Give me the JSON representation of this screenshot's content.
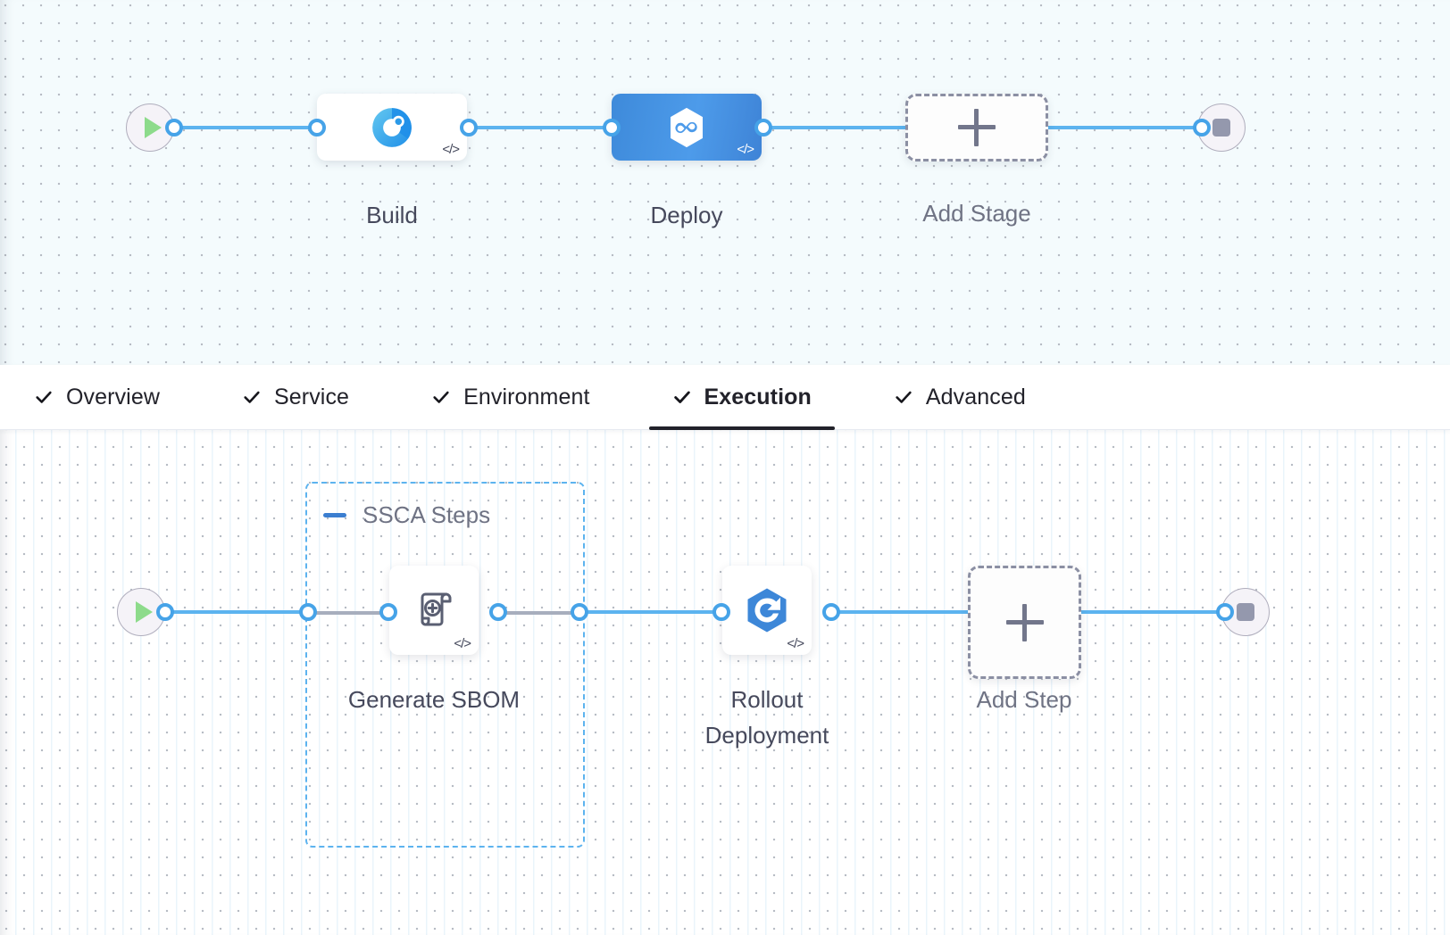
{
  "stage_graph": {
    "start_icon": "play-icon",
    "end_icon": "stop-icon",
    "nodes": [
      {
        "id": "build",
        "label": "Build",
        "icon": "harness-ci-build-icon",
        "selected": false,
        "type": "stage"
      },
      {
        "id": "deploy",
        "label": "Deploy",
        "icon": "harness-cd-infinity-icon",
        "selected": true,
        "type": "stage"
      }
    ],
    "add_node": {
      "label": "Add Stage",
      "icon": "plus-icon"
    },
    "code_glyph": "</>"
  },
  "tabs": [
    {
      "id": "overview",
      "label": "Overview",
      "icon": "check-icon",
      "active": false
    },
    {
      "id": "service",
      "label": "Service",
      "icon": "check-icon",
      "active": false
    },
    {
      "id": "environment",
      "label": "Environment",
      "icon": "check-icon",
      "active": false
    },
    {
      "id": "execution",
      "label": "Execution",
      "icon": "check-icon",
      "active": true
    },
    {
      "id": "advanced",
      "label": "Advanced",
      "icon": "check-icon",
      "active": false
    }
  ],
  "step_graph": {
    "start_icon": "play-icon",
    "end_icon": "stop-icon",
    "group": {
      "title": "SSCA Steps",
      "collapse_icon": "minus-icon",
      "expanded": true
    },
    "nodes": [
      {
        "id": "generate-sbom",
        "label": "Generate SBOM",
        "icon": "sbom-scroll-plus-icon",
        "type": "step",
        "in_group": true
      },
      {
        "id": "rollout-deployment",
        "label": "Rollout\nDeployment",
        "icon": "k8s-rollout-hex-icon",
        "type": "step",
        "in_group": false
      }
    ],
    "add_node": {
      "label": "Add Step",
      "icon": "plus-icon"
    },
    "code_glyph": "</>"
  },
  "colors": {
    "wire": "#5cb3ef",
    "selected_stage": "#3e8ada",
    "group_border": "#5cb3ef",
    "dashed_wire": "#a7aebd",
    "play": "#8ddb8b",
    "stop": "#9498ad",
    "tab_active_underline": "#22222a"
  }
}
